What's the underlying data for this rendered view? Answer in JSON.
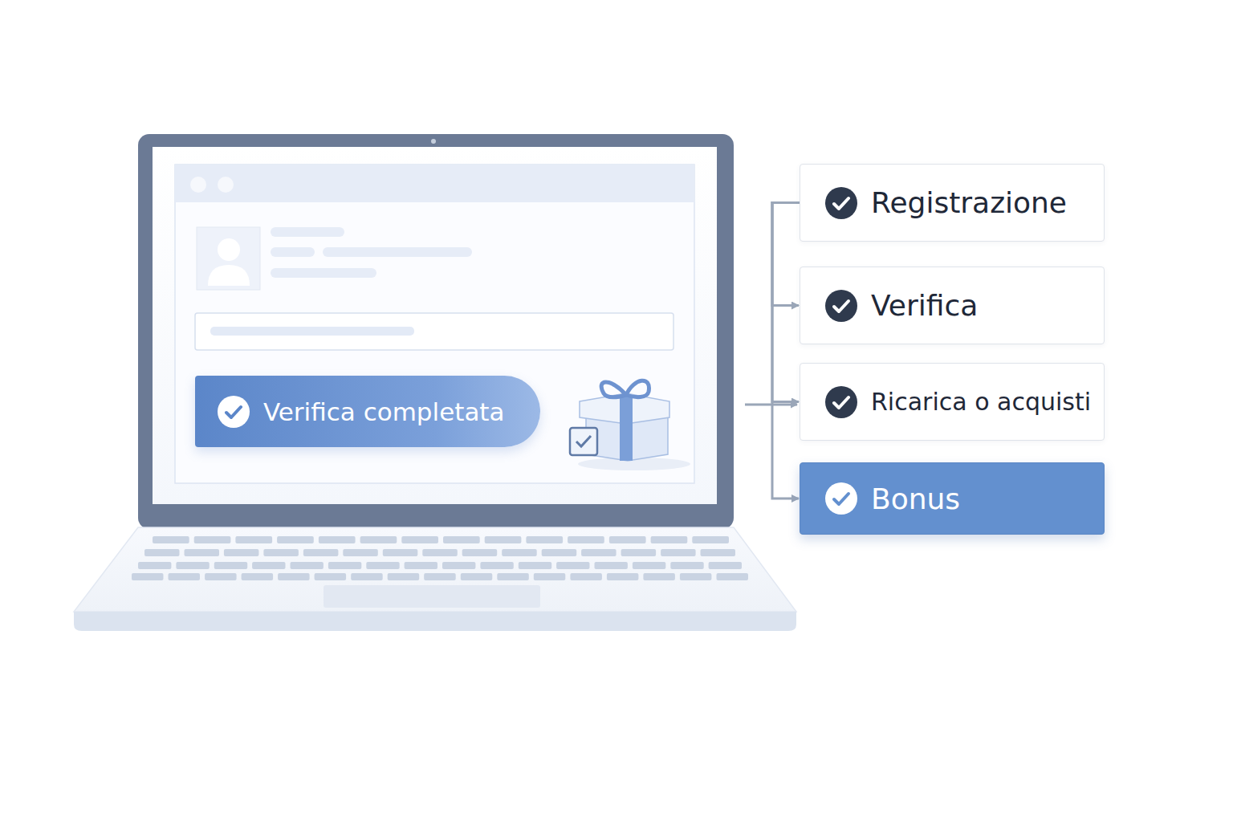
{
  "diagram": {
    "nodes": [
      {
        "text": [
          "Registrazione"
        ]
      },
      {
        "text": [
          "Verifica"
        ]
      },
      {
        "text": [
          "Ricarica o acquisti"
        ]
      },
      {
        "text": [
          "Bonus"
        ]
      },
      {
        "text": [
          "Verifica completata"
        ]
      }
    ],
    "edges": [
      {
        "from": 0,
        "to": 1,
        "arrow": "to"
      },
      {
        "from": 0,
        "to": 2,
        "arrow": "to"
      },
      {
        "from": 0,
        "to": 3,
        "arrow": "to"
      }
    ]
  }
}
